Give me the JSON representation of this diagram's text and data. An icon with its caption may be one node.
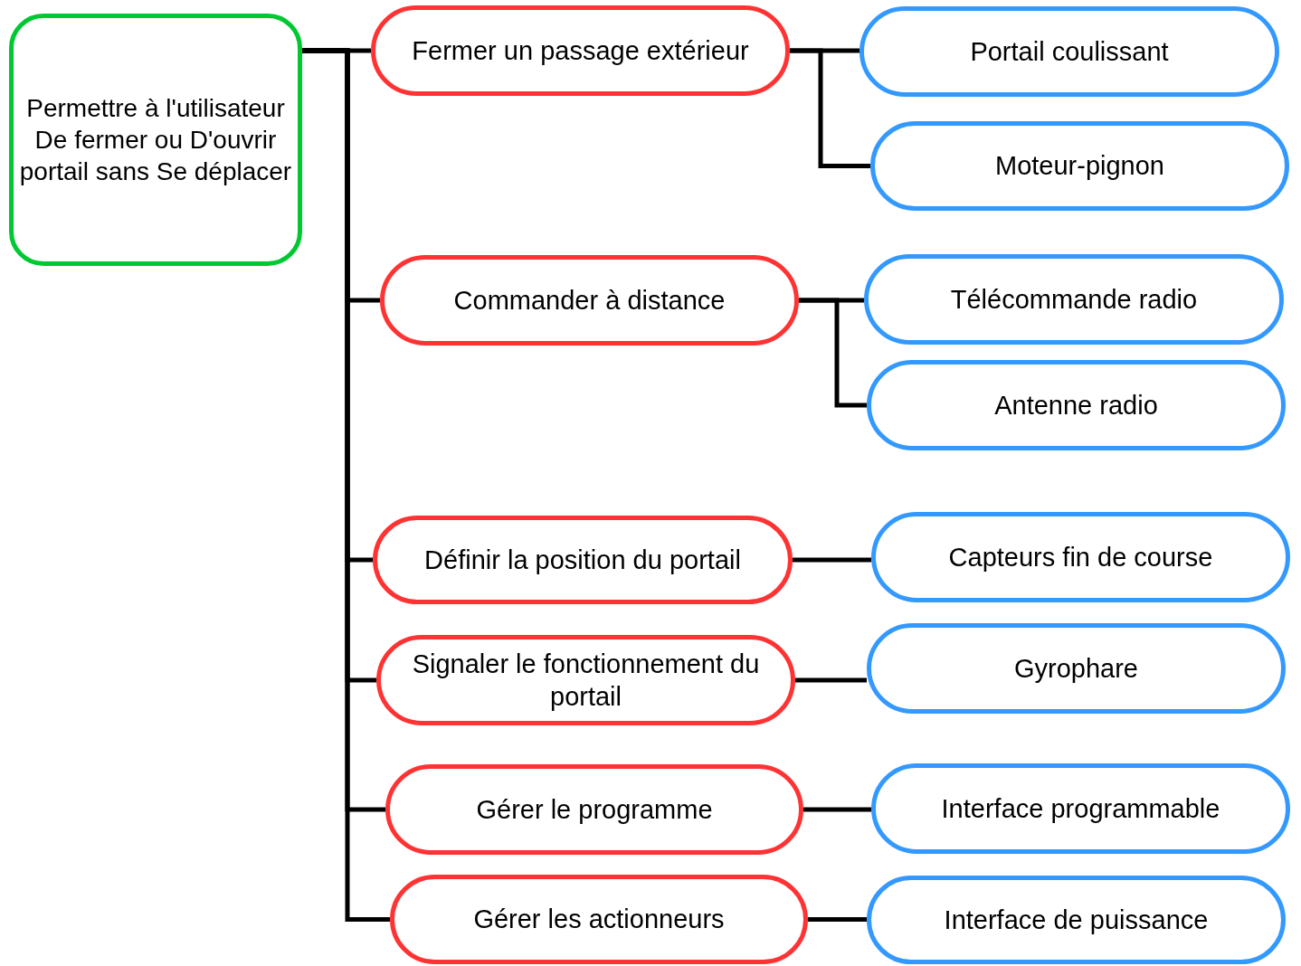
{
  "diagram": {
    "nodes": [
      {
        "text": [
          "Permettre à l'utilisateur De fermer ou D'ouvrir portail sans Se déplacer"
        ]
      },
      {
        "text": [
          "Fermer un passage extérieur"
        ]
      },
      {
        "text": [
          "Commander à distance"
        ]
      },
      {
        "text": [
          "Définir la position du portail"
        ]
      },
      {
        "text": [
          "Signaler le fonctionnement du portail"
        ]
      },
      {
        "text": [
          "Gérer le programme"
        ]
      },
      {
        "text": [
          "Gérer les actionneurs"
        ]
      },
      {
        "text": [
          "Portail coulissant"
        ]
      },
      {
        "text": [
          "Moteur-pignon"
        ]
      },
      {
        "text": [
          "Télécommande radio"
        ]
      },
      {
        "text": [
          "Antenne radio"
        ]
      },
      {
        "text": [
          "Capteurs fin de course"
        ]
      },
      {
        "text": [
          "Gyrophare"
        ]
      },
      {
        "text": [
          "Interface programmable"
        ]
      },
      {
        "text": [
          "Interface de puissance"
        ]
      }
    ],
    "edges": [
      {
        "from": 0,
        "to": 1,
        "arrow": "none"
      },
      {
        "from": 0,
        "to": 2,
        "arrow": "none"
      },
      {
        "from": 0,
        "to": 3,
        "arrow": "none"
      },
      {
        "from": 0,
        "to": 4,
        "arrow": "none"
      },
      {
        "from": 0,
        "to": 5,
        "arrow": "none"
      },
      {
        "from": 0,
        "to": 6,
        "arrow": "none"
      },
      {
        "from": 1,
        "to": 7,
        "arrow": "none"
      },
      {
        "from": 1,
        "to": 8,
        "arrow": "none"
      },
      {
        "from": 2,
        "to": 9,
        "arrow": "none"
      },
      {
        "from": 2,
        "to": 10,
        "arrow": "none"
      },
      {
        "from": 3,
        "to": 11,
        "arrow": "none"
      },
      {
        "from": 4,
        "to": 12,
        "arrow": "none"
      },
      {
        "from": 5,
        "to": 13,
        "arrow": "none"
      },
      {
        "from": 6,
        "to": 14,
        "arrow": "none"
      }
    ]
  }
}
